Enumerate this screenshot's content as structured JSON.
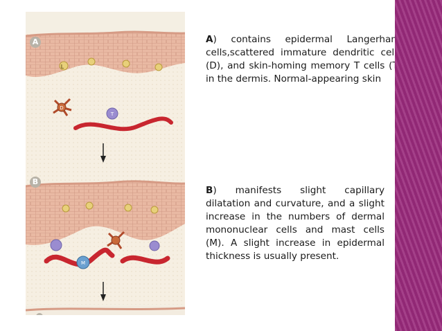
{
  "figure": {
    "panels": [
      "A",
      "B"
    ],
    "cell_labels": {
      "L": "L",
      "D": "D",
      "T": "T",
      "M": "M"
    }
  },
  "captions": [
    {
      "letter": "A",
      "text": ") contains epidermal Langerhans cells,scattered immature dendritic cells (D), and skin-homing memory T cells (T) in the dermis. Normal-appearing skin"
    },
    {
      "letter": "B",
      "text": ") manifests slight capillary dilatation and curvature, and a slight increase in the numbers of dermal mononuclear cells and mast cells (M). A slight increase in epidermal thickness is usually present."
    }
  ],
  "colors": {
    "accent_stripe": "#9a2a7c"
  }
}
